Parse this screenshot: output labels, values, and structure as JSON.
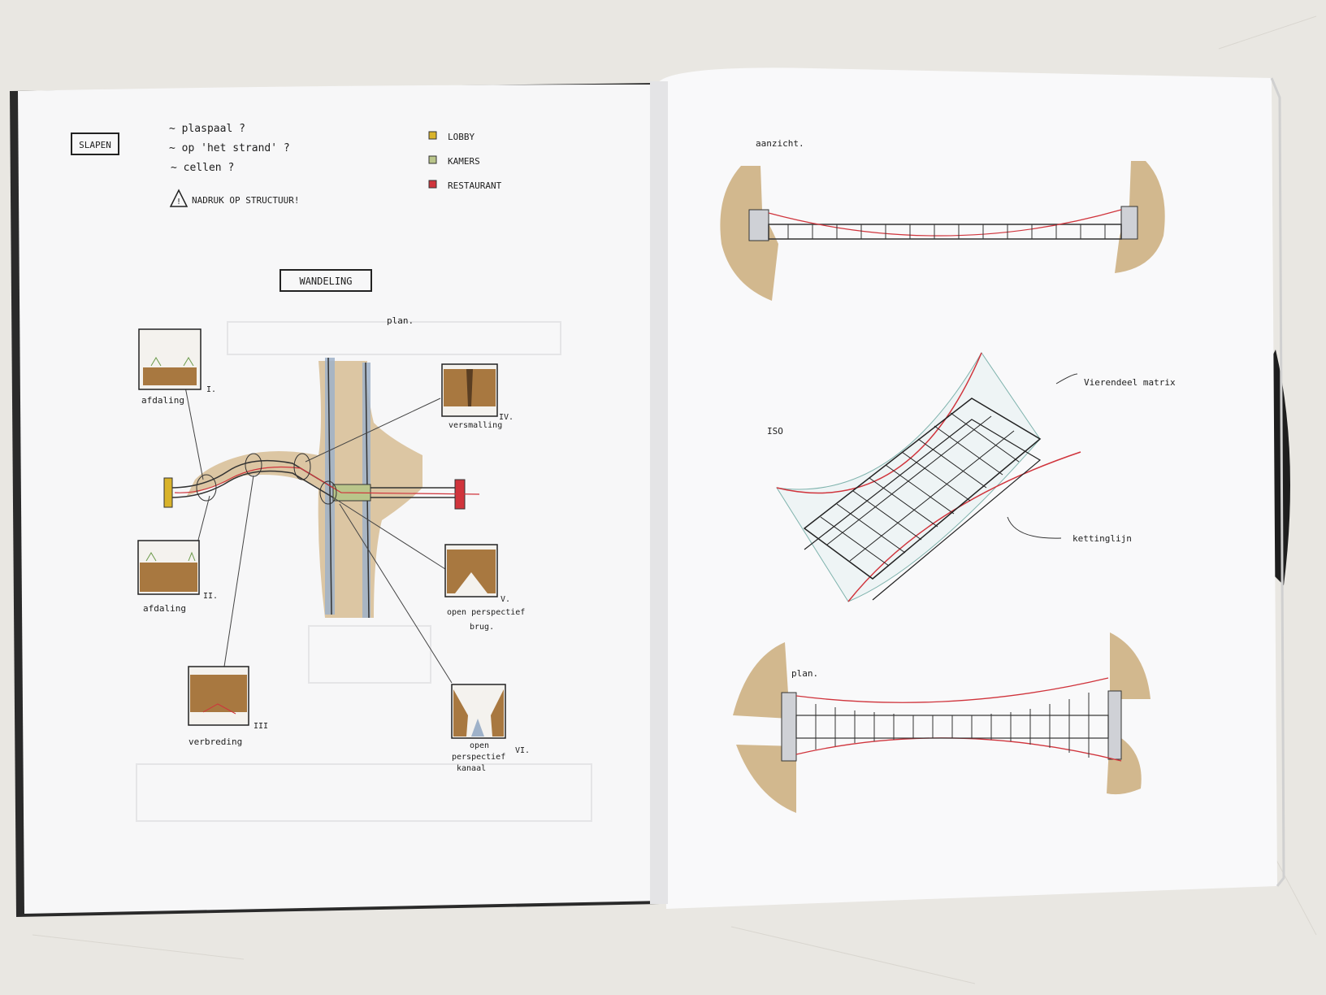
{
  "left_page": {
    "slapen_box": "SLAPEN",
    "notes": [
      "~ plaspaal ?",
      "~ op 'het strand' ?",
      "~ cellen ?"
    ],
    "warning": "NADRUK OP STRUCTUUR!",
    "legend": [
      {
        "label": "LOBBY",
        "color": "#d9b32a"
      },
      {
        "label": "KAMERS",
        "color": "#b9c58a"
      },
      {
        "label": "RESTAURANT",
        "color": "#d0343c"
      }
    ],
    "wandeling_box": "WANDELING",
    "plan_label": "plan.",
    "thumbnails": [
      {
        "caption": "afdaling",
        "numeral": "I."
      },
      {
        "caption": "afdaling",
        "numeral": "II."
      },
      {
        "caption": "verbreding",
        "numeral": "III"
      },
      {
        "caption": "versmalling",
        "numeral": "IV."
      },
      {
        "caption_lines": [
          "open perspectief",
          "brug."
        ],
        "numeral": "V."
      },
      {
        "caption_lines": [
          "open",
          "perspectief",
          "kanaal"
        ],
        "numeral": "VI."
      }
    ]
  },
  "right_page": {
    "aanzicht_label": "aanzicht.",
    "iso_label": "ISO",
    "vierendeel_label": "Vierendeel matrix",
    "kettinglijn_label": "kettinglijn",
    "plan_label": "plan."
  }
}
